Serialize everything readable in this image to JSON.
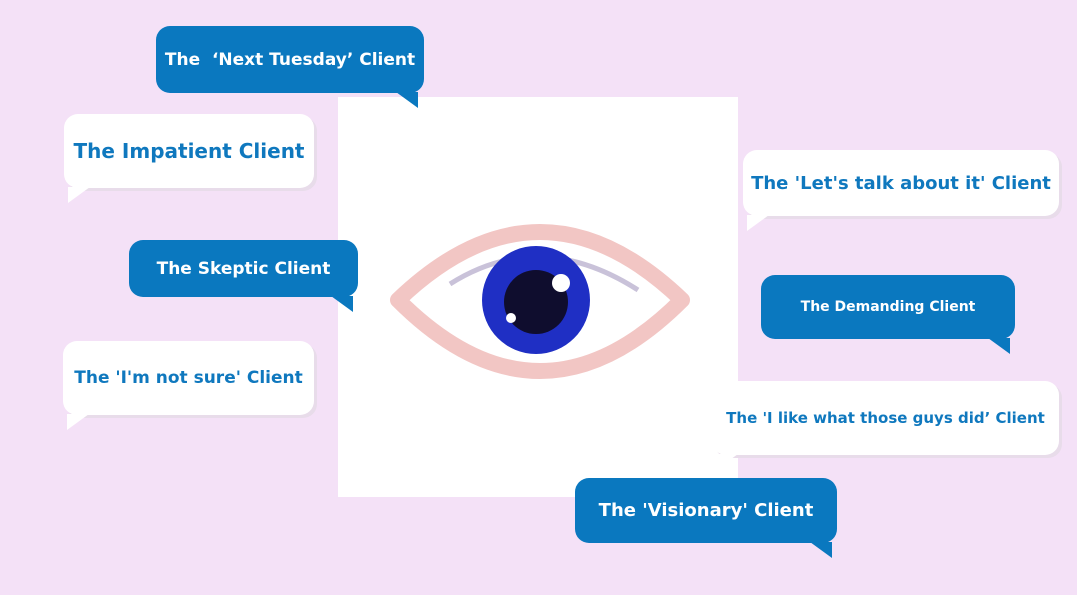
{
  "bubbles": {
    "next_tuesday": "The  ‘Next Tuesday’ Client",
    "impatient": "The Impatient Client",
    "skeptic": "The Skeptic Client",
    "not_sure": "The 'I'm not sure' Client",
    "lets_talk": "The 'Let's talk about it' Client",
    "demanding": "The Demanding Client",
    "those_guys": "The 'I like what those guys did’ Client",
    "visionary": "The 'Visionary' Client"
  },
  "colors": {
    "background": "#f4e1f7",
    "bubble_blue": "#0a78bf",
    "bubble_white": "#ffffff",
    "eye_outline": "#f2c6c4",
    "iris": "#1f2fc4",
    "pupil": "#0f0d2e"
  }
}
